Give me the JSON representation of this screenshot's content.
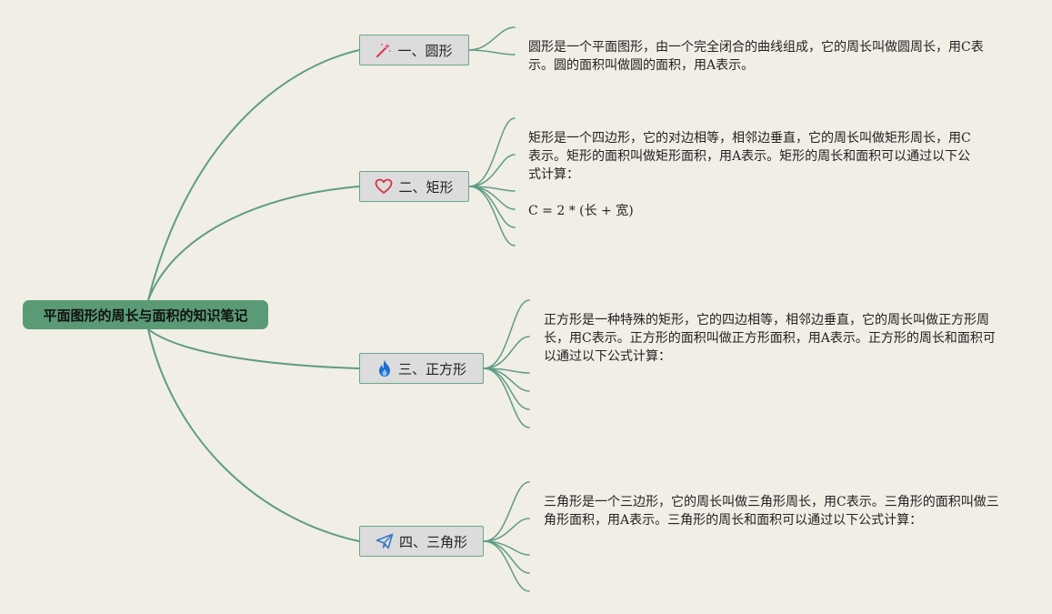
{
  "root": {
    "title": "平面图形的周长与面积的知识笔记"
  },
  "colors": {
    "background": "#f1eee5",
    "root_fill": "#5a9a74",
    "branch_fill": "#dcdcdc",
    "line": "#5e9c86"
  },
  "branches": [
    {
      "label": "一、圆形",
      "icon": "magic-wand-icon",
      "note": "圆形是一个平面图形，由一个完全闭合的曲线组成，它的周长叫做圆周长，用C表示。圆的面积叫做圆的面积，用A表示。"
    },
    {
      "label": "二、矩形",
      "icon": "heart-icon",
      "note": "矩形是一个四边形，它的对边相等，相邻边垂直，它的周长叫做矩形周长，用C表示。矩形的面积叫做矩形面积，用A表示。矩形的周长和面积可以通过以下公式计算：",
      "formula": "C = 2 * (长 + 宽)"
    },
    {
      "label": "三、正方形",
      "icon": "fire-icon",
      "note": "正方形是一种特殊的矩形，它的四边相等，相邻边垂直，它的周长叫做正方形周长，用C表示。正方形的面积叫做正方形面积，用A表示。正方形的周长和面积可以通过以下公式计算："
    },
    {
      "label": "四、三角形",
      "icon": "paper-plane-icon",
      "note": "三角形是一个三边形，它的周长叫做三角形周长，用C表示。三角形的面积叫做三角形面积，用A表示。三角形的周长和面积可以通过以下公式计算："
    }
  ]
}
